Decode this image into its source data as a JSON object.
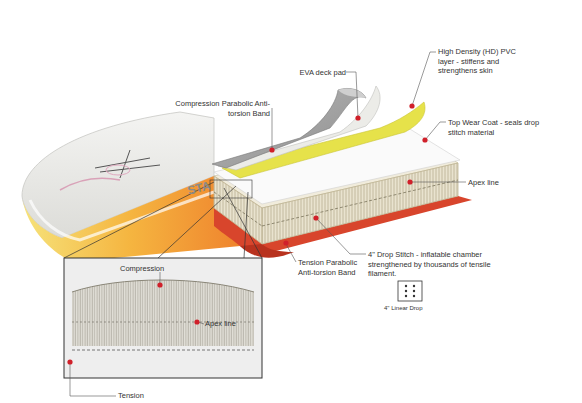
{
  "diagram": {
    "labels": [
      "EVA deck pad",
      "High Density (HD) PVC layer - stiffens and strengthens skin",
      "Compression Parabolic Anti-torsion Band",
      "Top Wear Coat - seals drop stitch material",
      "STA",
      "Apex line",
      "Compression",
      "Tension Parabolic Anti-torsion Band",
      "4\" Drop Stitch - inflatable chamber strengthened by thousands of tensile filament.",
      "Apex line",
      "4\" Linear Drop",
      "Tension"
    ]
  }
}
